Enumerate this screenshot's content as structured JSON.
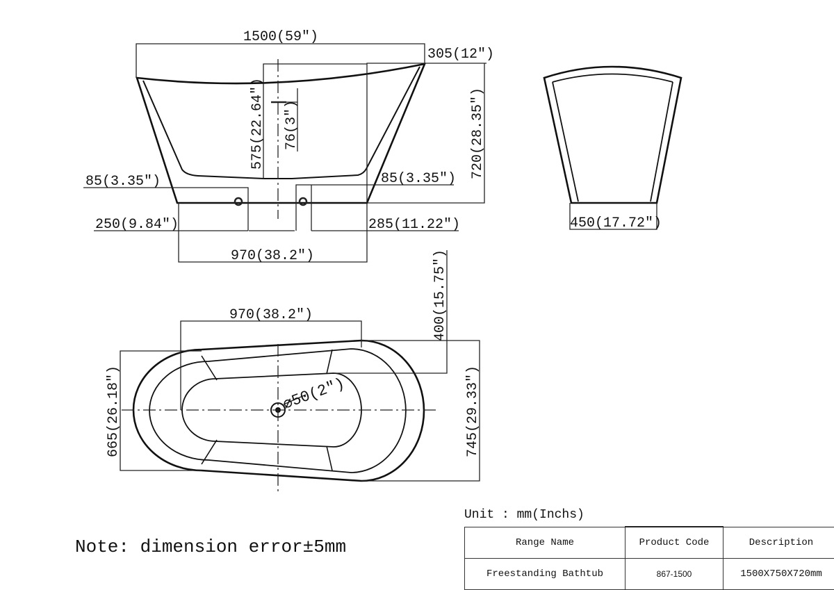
{
  "side_view": {
    "overall_length": "1500(59″)",
    "rim_offset": "305(12″)",
    "overall_height": "720(28.35″)",
    "drain_height": "575(22.64″)",
    "overflow_offset": "76(3″)",
    "foot_left_height": "85(3.35″)",
    "foot_right_height": "85(3.35″)",
    "left_base_offset": "250(9.84″)",
    "right_base_offset": "285(11.22″)",
    "base_length": "970(38.2″)"
  },
  "end_view": {
    "base_width": "450(17.72″)"
  },
  "top_view": {
    "basin_length": "970(38.2″)",
    "drain_offset": "400(15.75″)",
    "drain_diameter": "⌀50(2″)",
    "left_width": "665(26.18″)",
    "right_width": "745(29.33″)"
  },
  "note": "Note: dimension error±5mm",
  "unit": "Unit : mm(Inchs)",
  "spec_table": {
    "headers": [
      "Range Name",
      "Product Code",
      "Description"
    ],
    "rows": [
      [
        "Freestanding Bathtub",
        "867-1500",
        "1500X750X720mm"
      ]
    ]
  }
}
